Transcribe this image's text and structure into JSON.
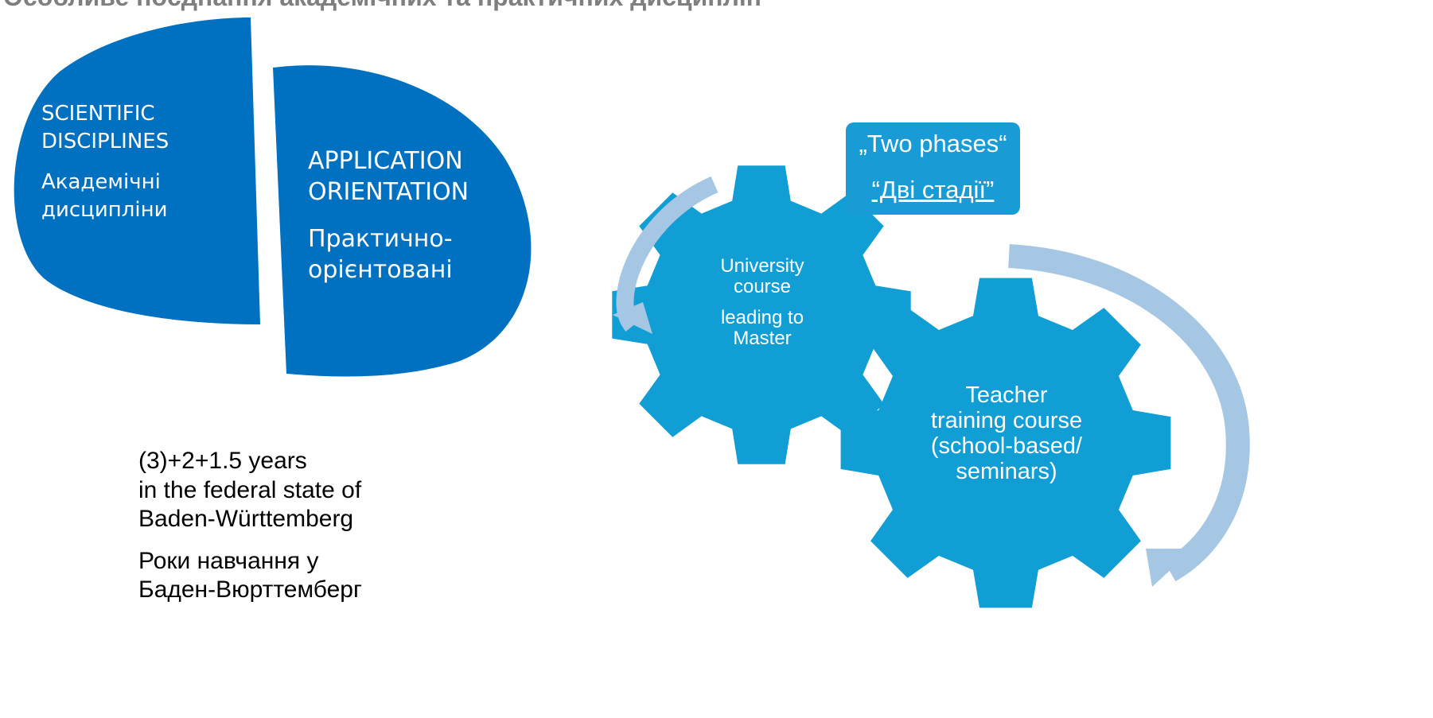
{
  "title": "Особливе поєднання академічних та практичних дисциплін",
  "left_shape": {
    "line1": "SCIENTIFIC",
    "line2": "DISCIPLINES",
    "line3": "Академічні",
    "line4": "дисципліни"
  },
  "right_shape": {
    "line1": "APPLICATION",
    "line2": "ORIENTATION",
    "line3": "Практично-",
    "line4": "орієнтовані"
  },
  "badge": {
    "line1": "„Two phases“",
    "line2": "“Дві стадії”"
  },
  "gear_top": {
    "line1": "University",
    "line2": "course",
    "line3": "leading to",
    "line4": "Master"
  },
  "gear_bottom": {
    "line1": "Teacher",
    "line2": "training course",
    "line3": "(school-based/",
    "line4": "seminars)"
  },
  "years": {
    "line1": "(3)+2+1.5 years",
    "line2": "in the federal state of",
    "line3": "Baden-Württemberg",
    "line4": "Роки навчання у",
    "line5": "Баден-Вюрттемберг"
  },
  "colors": {
    "shape_blue": "#0070c0",
    "gear_blue": "#119ed4",
    "badge_blue": "#199cd6",
    "arrow_light": "#a6c7e4",
    "title_gray": "#7f7f7f"
  }
}
